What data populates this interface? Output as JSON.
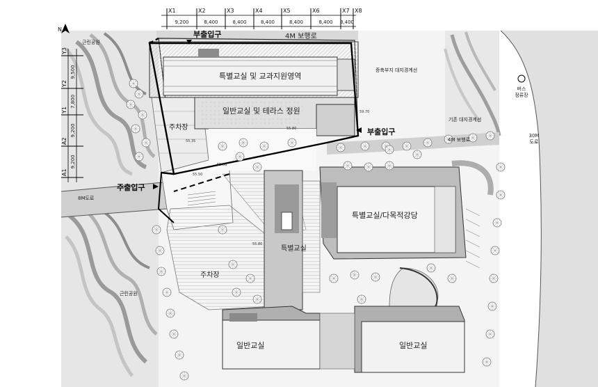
{
  "grid_columns": [
    "X1",
    "X2",
    "X3",
    "X4",
    "X5",
    "X6",
    "X7",
    "X8"
  ],
  "grid_spacings": [
    "9,200",
    "8,400",
    "8,400",
    "8,400",
    "8,400",
    "8,400",
    "3,400"
  ],
  "grid_rows": [
    "Y3",
    "Y2",
    "Y1",
    "A2",
    "A1"
  ],
  "row_spacings": [
    "9,500",
    "7,800",
    "9,200",
    "9,200"
  ],
  "north": "N",
  "labels": {
    "top_sub_entrance": "부출입구",
    "walkway_4m_top": "4M 보행로",
    "special_support": "특별교실 및 교과지원영역",
    "boundary_extension": "증축부지 대지경계선",
    "general_terrace": "일반교실 및 테라스 정원",
    "parking_upper": "주차장",
    "right_sub_entrance": "부출입구",
    "existing_boundary": "기존 대지경계선",
    "walkway_4m_right": "4M 보행로",
    "bus_stop": "버스\n정류장",
    "road_30m": "30M\n도로",
    "park_top": "근린공원",
    "main_entrance": "주출입구",
    "road_8m": "8M도로",
    "special_auditorium": "특별교실/다목적강당",
    "special_classroom": "특별교실",
    "parking_lower": "주차장",
    "park_bottom": "근린공원",
    "general_left": "일반교실",
    "general_right": "일반교실"
  },
  "spot_levels": [
    "55.80",
    "55.35",
    "55.50",
    "55.50",
    "55.80",
    "59.70"
  ]
}
